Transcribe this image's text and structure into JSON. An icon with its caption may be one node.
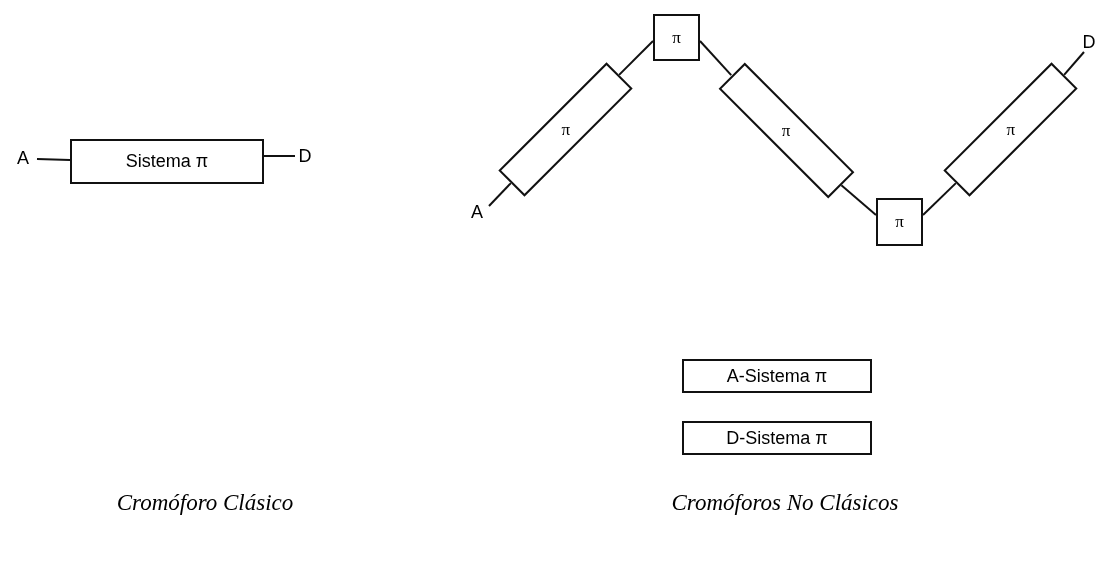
{
  "diagram": {
    "nodes": [
      {
        "text": [
          "A"
        ]
      },
      {
        "text": [
          "Sistema π"
        ]
      },
      {
        "text": [
          "D"
        ]
      },
      {
        "text": [
          "A"
        ]
      },
      {
        "text": [
          "π"
        ]
      },
      {
        "text": [
          "π"
        ]
      },
      {
        "text": [
          "π"
        ]
      },
      {
        "text": [
          "π"
        ]
      },
      {
        "text": [
          "π"
        ]
      },
      {
        "text": [
          "D"
        ]
      },
      {
        "text": [
          "A-Sistema π"
        ]
      },
      {
        "text": [
          "D-Sistema π"
        ]
      }
    ],
    "edges": [
      {
        "from": 0,
        "to": 1,
        "arrow": "none"
      },
      {
        "from": 1,
        "to": 2,
        "arrow": "none"
      },
      {
        "from": 3,
        "to": 4,
        "arrow": "none"
      },
      {
        "from": 4,
        "to": 5,
        "arrow": "none"
      },
      {
        "from": 5,
        "to": 6,
        "arrow": "none"
      },
      {
        "from": 6,
        "to": 7,
        "arrow": "none"
      },
      {
        "from": 7,
        "to": 8,
        "arrow": "none"
      },
      {
        "from": 8,
        "to": 9,
        "arrow": "none"
      }
    ],
    "labels": [
      "Cromóforo Clásico",
      "Cromóforos No Clásicos"
    ]
  }
}
